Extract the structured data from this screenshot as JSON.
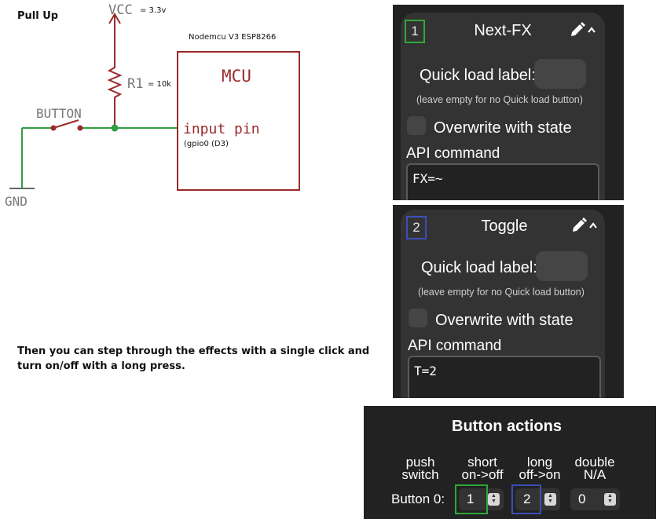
{
  "schematic": {
    "title": "Pull Up",
    "vcc_label": "VCC",
    "vcc_value": "= 3.3v",
    "resistor_label": "R1",
    "resistor_value": "= 10k",
    "button_label": "BUTTON",
    "gnd_label": "GND",
    "board_label": "Nodemcu V3 ESP8266",
    "mcu_label": "MCU",
    "pin_label": "input pin",
    "pin_note": "(gpio0 (D3)",
    "colors": {
      "component": "#9b2a2a",
      "wire": "#2f9e44",
      "ground": "#777777"
    }
  },
  "description": "Then you can step through the effects with a single click and turn on/off with a long press.",
  "presets": [
    {
      "number": "1",
      "number_color": "#2fa83a",
      "title": "Next-FX",
      "quick_load_label": "Quick load label:",
      "quick_load_hint": "(leave empty for no Quick load button)",
      "overwrite_label": "Overwrite with state",
      "api_label": "API command",
      "api_value": "FX=~",
      "icons": [
        "pencil-icon",
        "chevron-up-icon"
      ]
    },
    {
      "number": "2",
      "number_color": "#3b4fb8",
      "title": "Toggle",
      "quick_load_label": "Quick load label:",
      "quick_load_hint": "(leave empty for no Quick load button)",
      "overwrite_label": "Overwrite with state",
      "api_label": "API command",
      "api_value": "T=2",
      "icons": [
        "pencil-icon",
        "chevron-up-icon"
      ]
    }
  ],
  "button_actions": {
    "title": "Button actions",
    "columns": [
      {
        "line1": "push",
        "line2": "switch"
      },
      {
        "line1": "short",
        "line2": "on->off"
      },
      {
        "line1": "long",
        "line2": "off->on"
      },
      {
        "line1": "double",
        "line2": "N/A"
      }
    ],
    "row_label": "Button 0:",
    "values": {
      "short": "1",
      "long": "2",
      "double": "0"
    },
    "highlight_colors": {
      "short": "#2fa83a",
      "long": "#3b4fb8"
    }
  }
}
